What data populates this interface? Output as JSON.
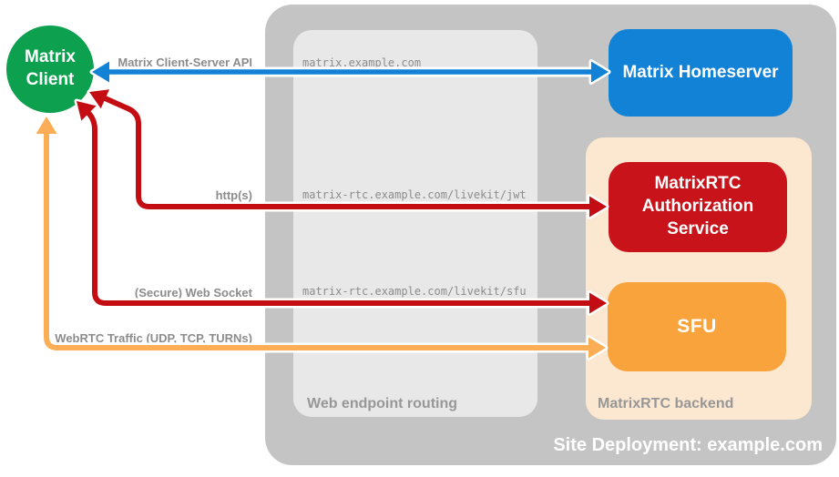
{
  "colors": {
    "green": "#0ca04f",
    "blue": "#1182d6",
    "red": "#c8131a",
    "red_arrow": "#c40d12",
    "orange": "#f9a33c",
    "orange_arrow": "#fbae55",
    "peach": "#fce8d1",
    "outer_gray": "#c4c4c4",
    "inner_gray": "#e8e8e8",
    "label_gray": "#8c8c8c",
    "section_gray": "#979797"
  },
  "nodes": {
    "client": {
      "label": "Matrix Client"
    },
    "homeserver": {
      "label": "Matrix Homeserver"
    },
    "auth_service": {
      "label": "MatrixRTC Authorization Service"
    },
    "sfu": {
      "label": "SFU"
    }
  },
  "containers": {
    "site": {
      "label": "Site Deployment: example.com"
    },
    "routing": {
      "label": "Web endpoint routing"
    },
    "backend": {
      "label": "MatrixRTC backend"
    }
  },
  "routes": {
    "homeserver": "matrix.example.com",
    "jwt": "matrix-rtc.example.com/livekit/jwt",
    "sfu": "matrix-rtc.example.com/livekit/sfu"
  },
  "arrows": {
    "client_server_api": {
      "label": "Matrix Client-Server API",
      "color": "blue"
    },
    "https": {
      "label": "http(s)",
      "color": "red"
    },
    "websocket": {
      "label": "(Secure) Web Socket",
      "color": "red"
    },
    "webrtc": {
      "label": "WebRTC Traffic (UDP, TCP, TURNs)",
      "color": "orange"
    }
  }
}
